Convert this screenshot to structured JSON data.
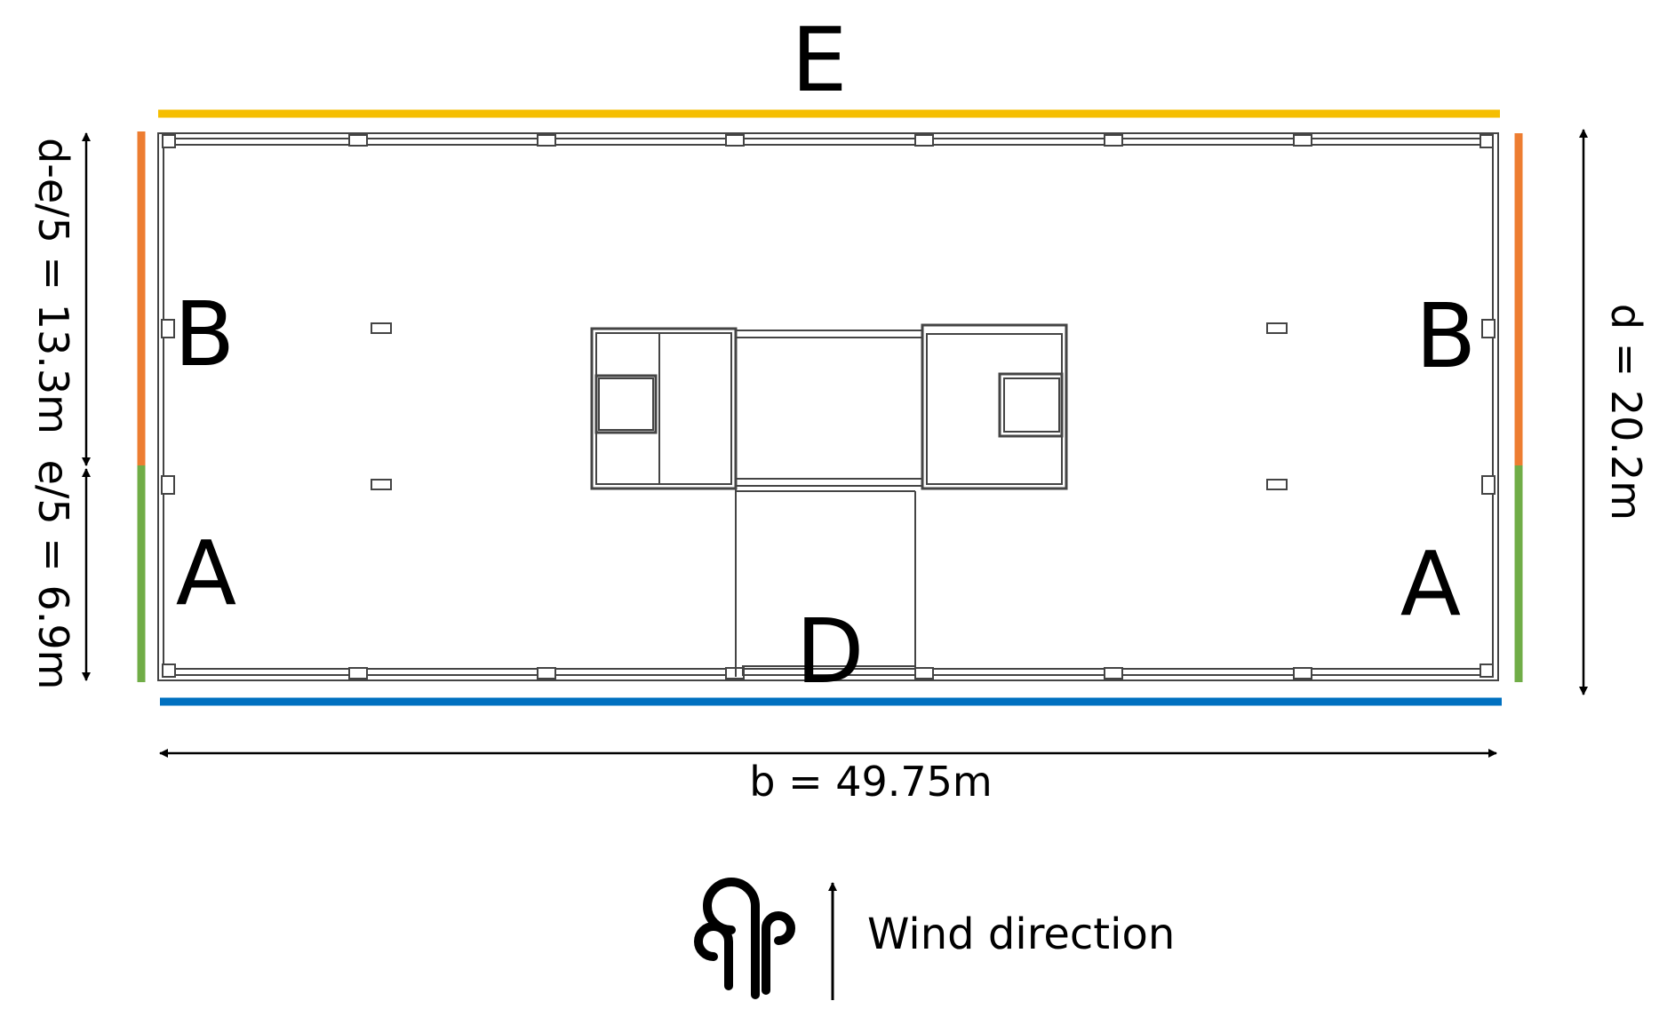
{
  "zones": {
    "E": "E",
    "B_left": "B",
    "B_right": "B",
    "A_left": "A",
    "A_right": "A",
    "D": "D"
  },
  "dimensions": {
    "b": "b = 49.75m",
    "d": "d = 20.2m",
    "d_minus_e5": "d-e/5 = 13.3m",
    "e5": "e/5 = 6.9m"
  },
  "legend": {
    "wind_direction": "Wind direction",
    "wind_icon": "wind-icon"
  },
  "colors": {
    "zone_E": "#F5BE00",
    "zone_B": "#ED7D31",
    "zone_A": "#70AD47",
    "zone_D": "#0070C0",
    "structure": "#444444"
  }
}
